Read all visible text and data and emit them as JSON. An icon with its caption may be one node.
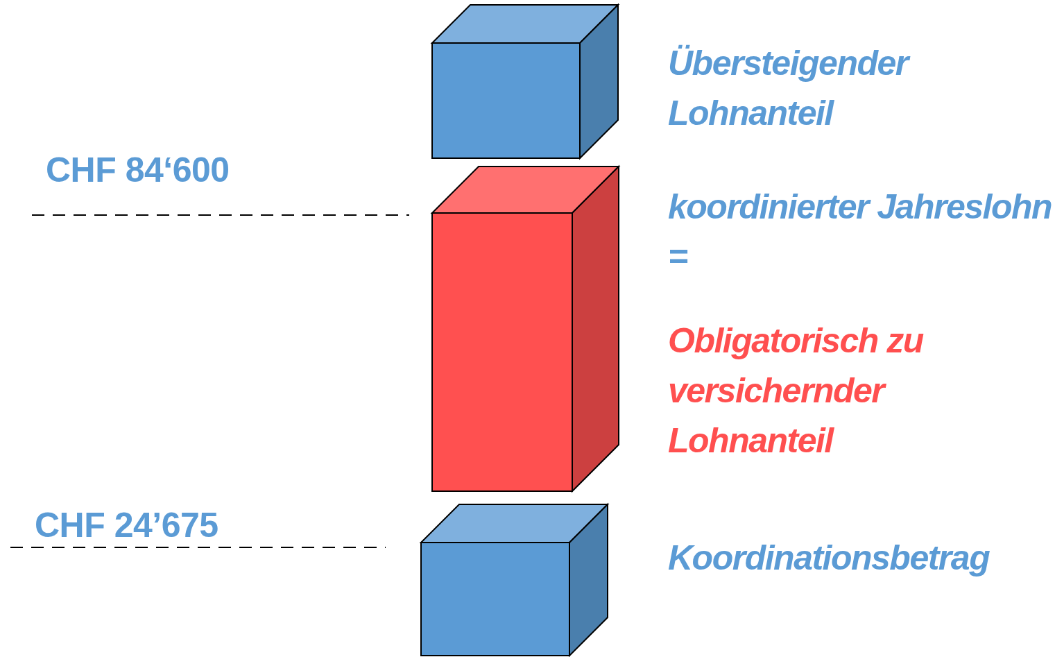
{
  "diagram": {
    "nodes": [
      {
        "text": [],
        "shape": "box",
        "beside": [
          "Übersteigender Lohnanteil"
        ]
      },
      {
        "text": [],
        "shape": "box",
        "beside": [
          "koordinierter Jahreslohn =",
          "Obligatorisch zu versichernder Lohnanteil"
        ]
      },
      {
        "text": [],
        "shape": "box",
        "beside": [
          "Koordinationsbetrag"
        ]
      }
    ],
    "edges": [],
    "labels": [
      "CHF 84‘600",
      "CHF 24’675"
    ]
  }
}
